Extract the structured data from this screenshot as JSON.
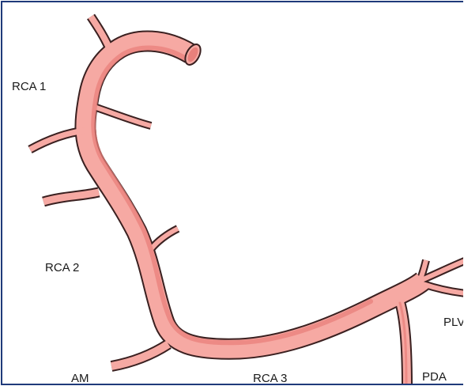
{
  "figure": {
    "labels": {
      "rca1": "RCA 1",
      "rca2": "RCA 2",
      "am": "AM",
      "rca3": "RCA 3",
      "pda": "PDA",
      "plv": "PLV"
    },
    "colors": {
      "vessel_fill": "#f6a9a3",
      "vessel_shade": "#e9807b",
      "vessel_outline": "#3a2020",
      "frame_border": "#1f3a7a"
    }
  }
}
